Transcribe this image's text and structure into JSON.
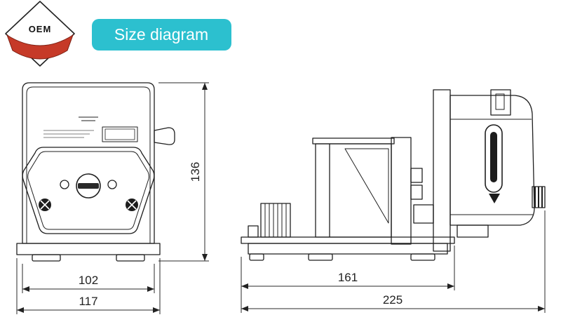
{
  "header": {
    "badge_label": "OEM",
    "title": "Size diagram"
  },
  "colors": {
    "accent": "#2cc0cf",
    "ribbon": "#c63a28",
    "line": "#1f1f1f",
    "dim": "#2a2a2a"
  },
  "front_view": {
    "dims": {
      "height": "136",
      "width_body": "102",
      "width_overall": "117"
    }
  },
  "side_view": {
    "dims": {
      "depth_base": "161",
      "depth_overall": "225"
    }
  }
}
